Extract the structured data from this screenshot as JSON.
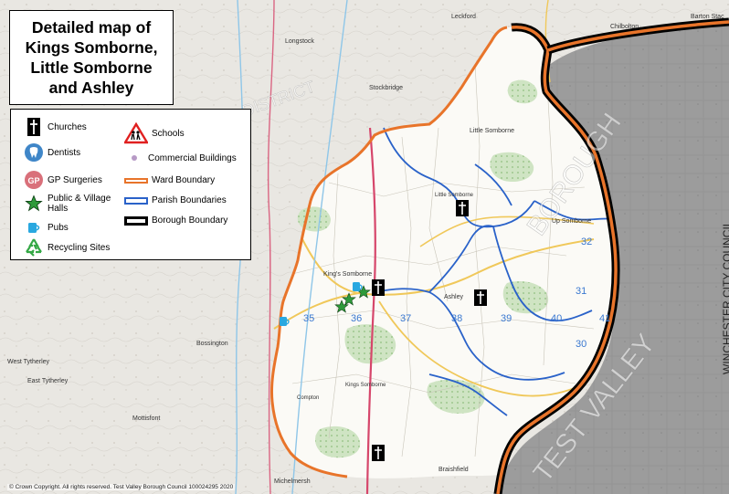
{
  "title": {
    "line1": "Detailed map of",
    "line2": "Kings Somborne,",
    "line3": "Little Somborne",
    "line4": "and Ashley"
  },
  "legend": {
    "churches": "Churches",
    "dentists": "Dentists",
    "gp": "GP Surgeries",
    "gp_glyph": "GP",
    "halls": "Public & Village Halls",
    "pubs": "Pubs",
    "recycling": "Recycling Sites",
    "schools": "Schools",
    "commercial": "Commercial Buildings",
    "ward": "Ward Boundary",
    "parish": "Parish Boundaries",
    "borough": "Borough Boundary"
  },
  "colors": {
    "ward_boundary": "#e8742a",
    "parish_boundary": "#2a62c9",
    "borough_boundary": "#000000",
    "outside_area": "#9a9a9a",
    "hall_star": "#2e9a3a",
    "gp_badge": "#d9707a",
    "dentist_badge": "#3f86c8",
    "school_sign": "#e02020",
    "commercial_dot": "#b79ac6",
    "recycling": "#34a845",
    "pub": "#29a8e0"
  },
  "icons": [
    "church-icon",
    "dentist-icon",
    "gp-surgery-icon",
    "village-hall-star-icon",
    "pub-icon",
    "recycling-icon",
    "school-icon",
    "commercial-dot-icon"
  ],
  "places": {
    "leckford": "Leckford",
    "chilbolton": "Chilbolton",
    "barton_stacey": "Barton Stac",
    "longstock": "Longstock",
    "stockbridge": "Stockbridge",
    "little_somborne_n": "Little Somborne",
    "little_somborne": "Little Somborne",
    "up_somborne": "Up Somborne",
    "kings_somborne": "King's Somborne",
    "ashley": "Ashley",
    "bossington": "Bossington",
    "west_tytherley": "West Tytherley",
    "east_tytherley": "East Tytherley",
    "mottisfont": "Mottisfont",
    "michelmersh": "Michelmersh",
    "braishfield": "Braishfield",
    "compton": "Compton",
    "kings_somborne_s": "Kings Somborne",
    "winchester": "WINCHESTER CITY COUNCIL",
    "test_valley": "TEST VALLEY",
    "borough_w": "BOROUGH",
    "district": "DISTRICT"
  },
  "grid_labels": [
    "35",
    "36",
    "37",
    "38",
    "39",
    "40",
    "41",
    "30",
    "31",
    "32"
  ],
  "copyright": "© Crown Copyright. All rights reserved. Test Valley Borough Council 100024295  2020"
}
